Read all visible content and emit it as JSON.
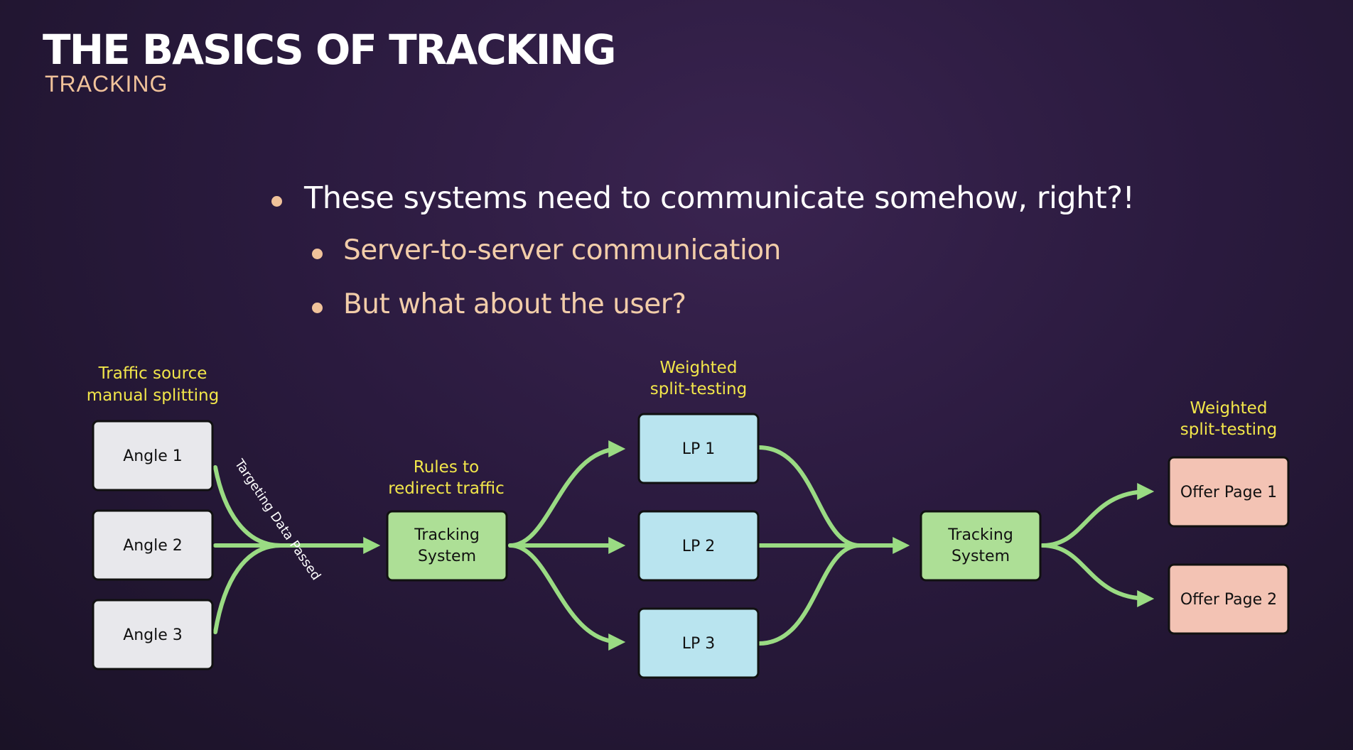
{
  "header": {
    "title": "THE BASICS OF TRACKING",
    "subtitle": "TRACKING"
  },
  "bullets": {
    "main": "These systems need to communicate somehow, right?!",
    "sub1": "Server-to-server communication",
    "sub2": "But what about the user?"
  },
  "diagram": {
    "captions": {
      "traffic_line1": "Traffic source",
      "traffic_line2": "manual splitting",
      "rules_line1": "Rules to",
      "rules_line2": "redirect traffic",
      "weighted1_line1": "Weighted",
      "weighted1_line2": "split-testing",
      "weighted2_line1": "Weighted",
      "weighted2_line2": "split-testing"
    },
    "angles": [
      "Angle 1",
      "Angle 2",
      "Angle 3"
    ],
    "tracking1_line1": "Tracking",
    "tracking1_line2": "System",
    "landing_pages": [
      "LP 1",
      "LP 2",
      "LP 3"
    ],
    "tracking2_line1": "Tracking",
    "tracking2_line2": "System",
    "offers": [
      "Offer Page 1",
      "Offer Page 2"
    ],
    "edge_label": "Targeting Data Passed",
    "colors": {
      "arrow": "#9adb83",
      "caption": "#f2e64a",
      "angle_box": "#e8e8ec",
      "lp_box": "#b9e4ef",
      "tracking_box": "#addf96",
      "offer_box": "#f3c3b4"
    }
  }
}
